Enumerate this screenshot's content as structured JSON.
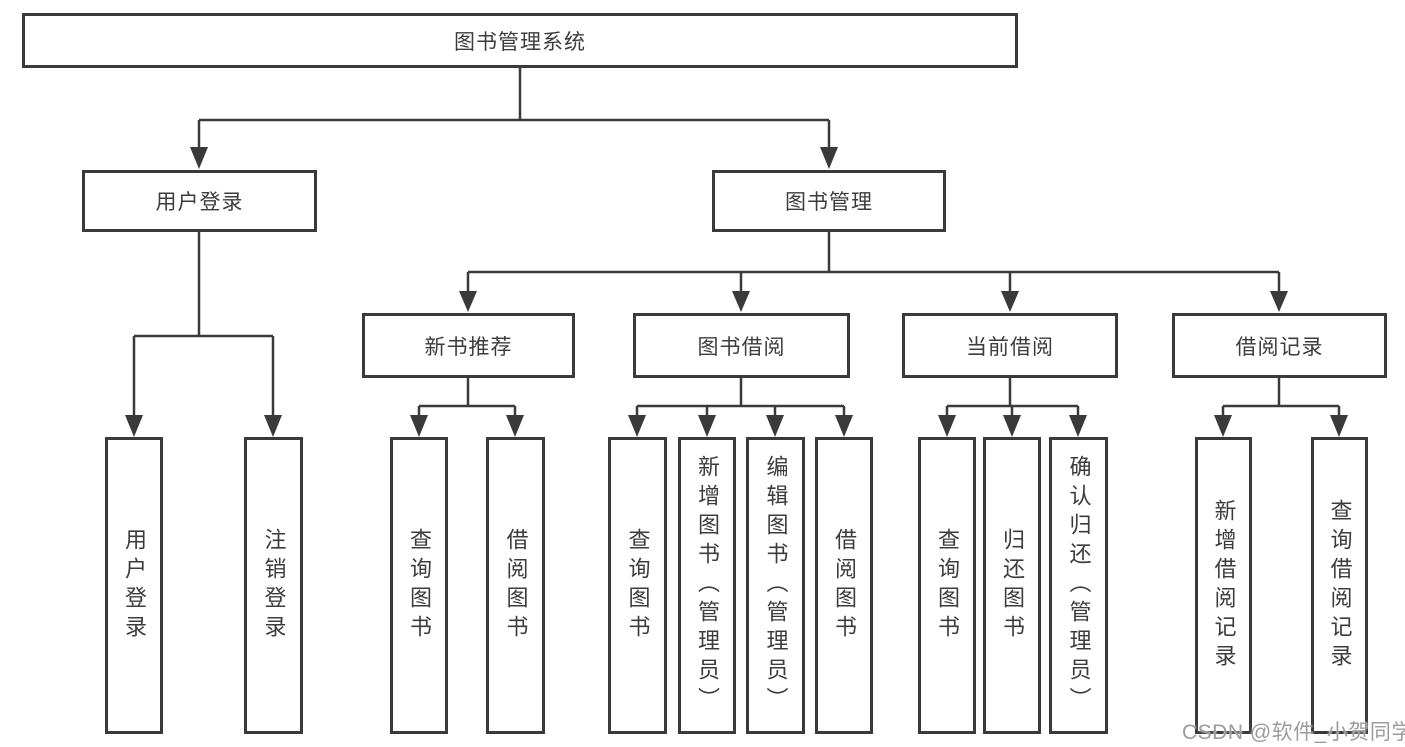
{
  "tree": {
    "root": {
      "label": "图书管理系统"
    },
    "level2": [
      {
        "label": "用户登录"
      },
      {
        "label": "图书管理"
      }
    ],
    "level3": [
      {
        "label": "新书推荐"
      },
      {
        "label": "图书借阅"
      },
      {
        "label": "当前借阅"
      },
      {
        "label": "借阅记录"
      }
    ],
    "leaves": {
      "user_login": [
        "用户登录",
        "注销登录"
      ],
      "new_book_recommend": [
        "查询图书",
        "借阅图书"
      ],
      "book_borrowing": [
        "查询图书",
        "新增图书（管理员）",
        "编辑图书（管理员）",
        "借阅图书"
      ],
      "current_borrowing": [
        "查询图书",
        "归还图书",
        "确认归还（管理员）"
      ],
      "borrowing_records": [
        "新增借阅记录",
        "查询借阅记录"
      ]
    }
  },
  "watermark": {
    "text": "CSDN @软件_小贺同学"
  },
  "colors": {
    "line": "#3a3a3a",
    "text": "#3c3c3c",
    "watermark": "#9c9c9c",
    "background": "#ffffff"
  }
}
